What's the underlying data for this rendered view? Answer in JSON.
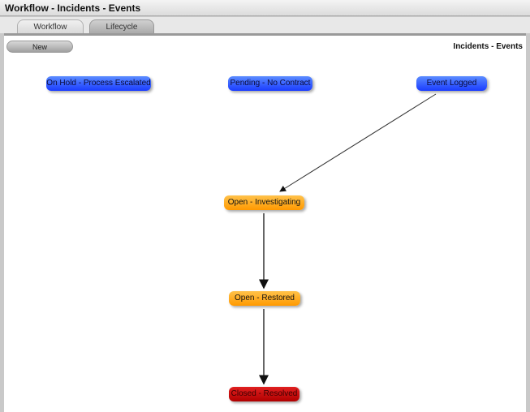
{
  "window": {
    "title": "Workflow - Incidents - Events"
  },
  "tabs": [
    {
      "label": "Workflow",
      "active": true
    },
    {
      "label": "Lifecycle",
      "active": false
    }
  ],
  "toolbar": {
    "new_label": "New"
  },
  "heading": "Incidents - Events",
  "nodes": [
    {
      "label": "On Hold - Process Escalated",
      "color": "blue"
    },
    {
      "label": "Pending - No Contract",
      "color": "blue"
    },
    {
      "label": "Event Logged",
      "color": "blue"
    },
    {
      "label": "Open  - Investigating",
      "color": "orange"
    },
    {
      "label": "Open - Restored",
      "color": "orange"
    },
    {
      "label": "Closed - Resolved",
      "color": "red"
    }
  ],
  "transitions": [
    {
      "from": "Event Logged",
      "to": "Open  - Investigating"
    },
    {
      "from": "Open  - Investigating",
      "to": "Open - Restored"
    },
    {
      "from": "Open - Restored",
      "to": "Closed - Resolved"
    }
  ],
  "colors": {
    "blue": "#2a4fff",
    "orange": "#ffa500",
    "red": "#c00000"
  }
}
